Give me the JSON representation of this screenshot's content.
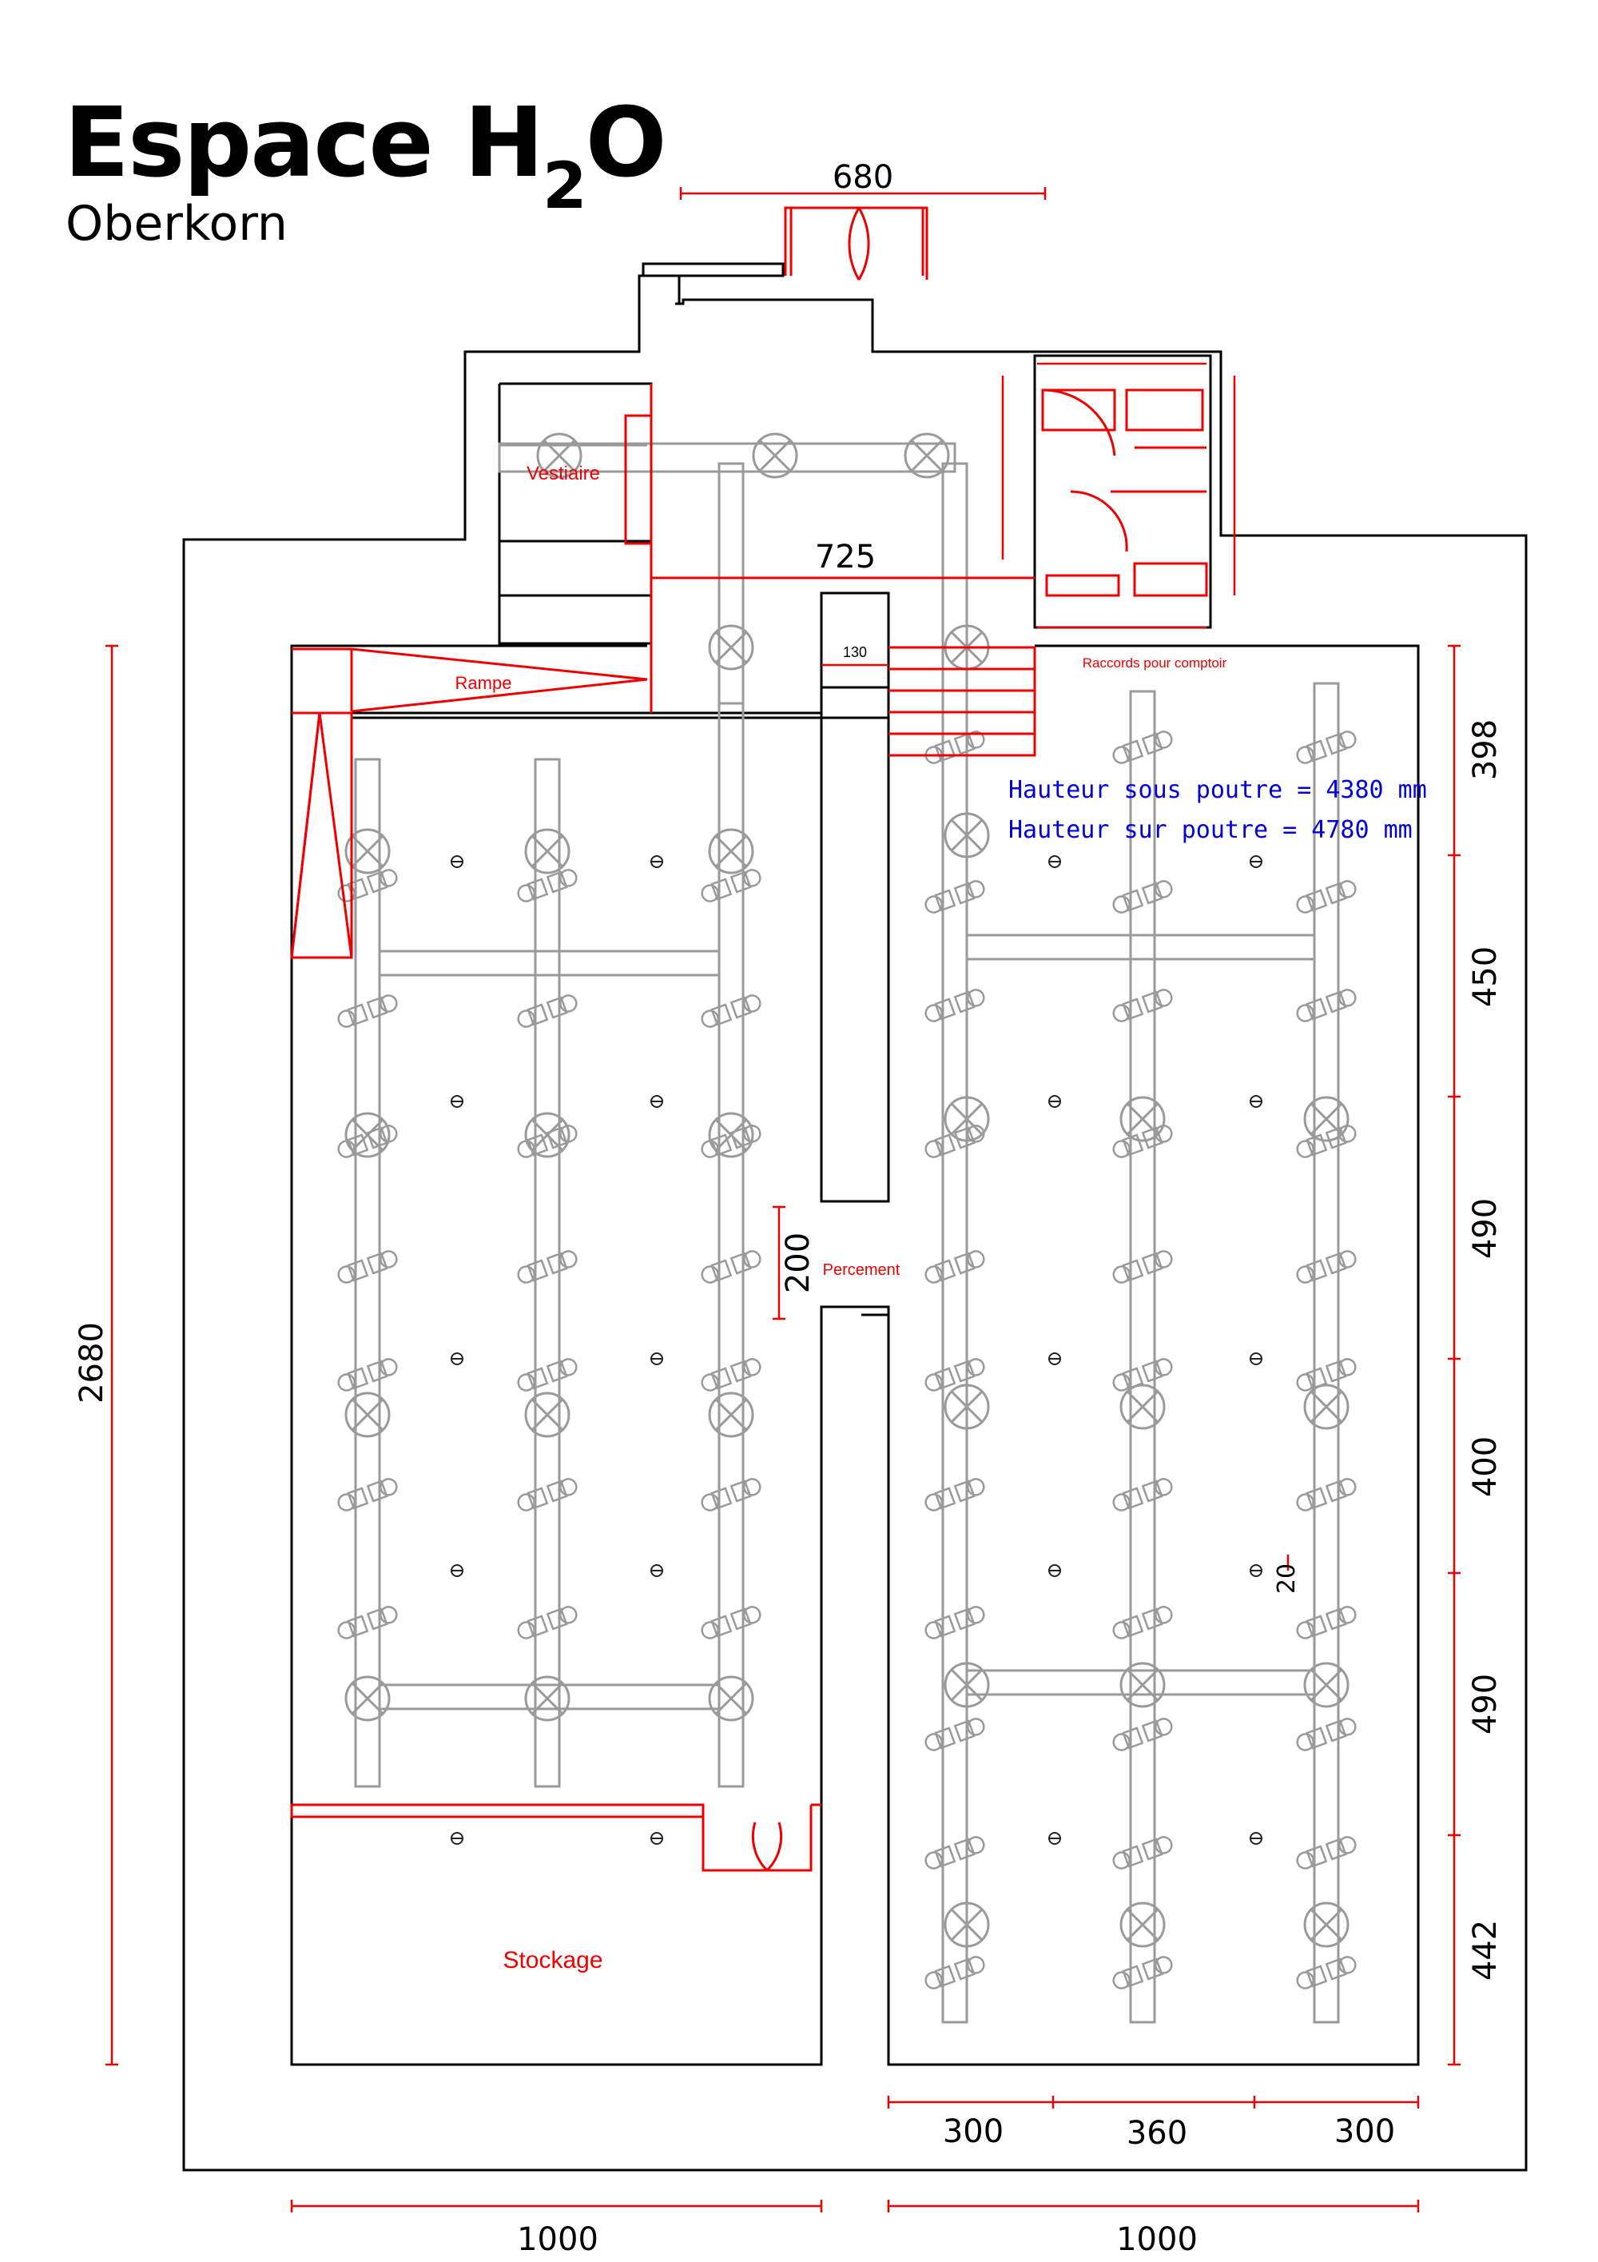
{
  "title": {
    "main": "Espace H",
    "sub": "2",
    "end": "O",
    "subtitle": "Oberkorn"
  },
  "labels": {
    "vestiaire": "Vestiaire",
    "rampe": "Rampe",
    "percement": "Percement",
    "stockage": "Stockage",
    "raccords": "Raccords pour comptoir"
  },
  "notes": {
    "hauteur_sous": "Hauteur sous poutre = 4380 mm",
    "hauteur_sur": "Hauteur sur poutre = 4780 mm"
  },
  "dimensions": {
    "entrance_width": "680",
    "corridor_length": "725",
    "stair_width": "130",
    "total_height": "2680",
    "opening_height": "200",
    "small_gap": "20",
    "right_bays": [
      "398",
      "450",
      "490",
      "400",
      "490",
      "442"
    ],
    "bottom_right_spans": [
      "300",
      "360",
      "300"
    ],
    "bottom_widths": [
      "1000",
      "1000"
    ]
  },
  "colors": {
    "wall": "#000000",
    "annotation": "#e00000",
    "truss": "#9a9a9a",
    "note": "#0000dd"
  }
}
